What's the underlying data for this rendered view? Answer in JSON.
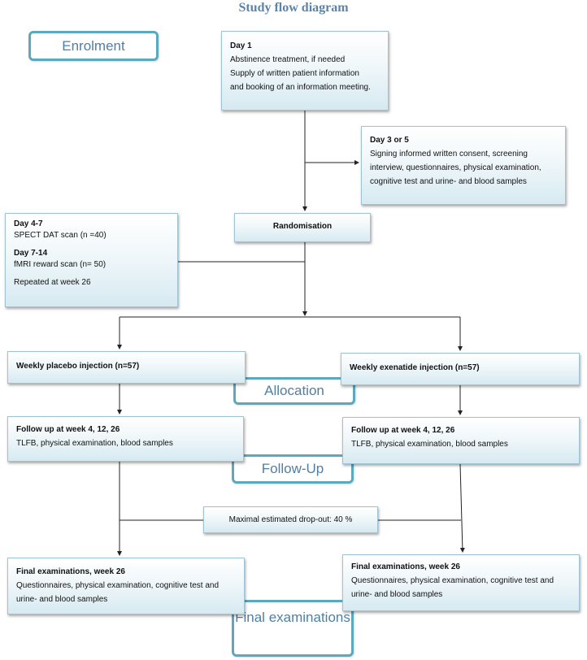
{
  "title": "Study flow diagram",
  "stages": {
    "enrolment": "Enrolment",
    "allocation": "Allocation",
    "follow_up": "Follow-Up",
    "final": [
      "Final",
      "examinations"
    ]
  },
  "boxes": {
    "day1": {
      "heading": "Day 1",
      "lines": [
        "Abstinence treatment, if needed",
        "Supply of written patient information",
        "and booking of an information meeting."
      ]
    },
    "day3": {
      "heading": "Day 3 or 5",
      "lines": [
        "Signing informed written consent, screening",
        "interview, questionnaires, physical examination,",
        "cognitive test and urine- and blood samples"
      ]
    },
    "randomisation": {
      "heading": "Randomisation"
    },
    "scans": {
      "heading1": "Day 4-7",
      "line1": "SPECT DAT scan (n =40)",
      "heading2": "Day 7-14",
      "line2": "fMRI reward scan (n= 50)",
      "line3": "Repeated at week 26"
    },
    "placebo": {
      "heading": "Weekly placebo injection (n=57)"
    },
    "exenatide": {
      "heading": "Weekly exenatide injection (n=57)"
    },
    "followup_left": {
      "heading": "Follow up at week 4, 12, 26",
      "lines": [
        "TLFB, physical examination, blood samples"
      ]
    },
    "followup_right": {
      "heading": "Follow up at week 4, 12, 26",
      "lines": [
        "TLFB, physical examination, blood samples"
      ]
    },
    "dropout": {
      "text": "Maximal estimated drop-out: 40 %"
    },
    "final_left": {
      "heading": "Final examinations, week 26",
      "lines": [
        "Questionnaires, physical examination, cognitive test and",
        "urine- and blood samples"
      ]
    },
    "final_right": {
      "heading": "Final examinations, week 26",
      "lines": [
        "Questionnaires, physical examination, cognitive test and",
        "urine- and blood samples"
      ]
    }
  },
  "colors": {
    "title": "#5b83ab",
    "stage_border": "#5aa9bf",
    "stage_text": "#4f7fa3",
    "box_border": "#9cc4d4",
    "box_gradient_end": "#d6eaf1"
  }
}
